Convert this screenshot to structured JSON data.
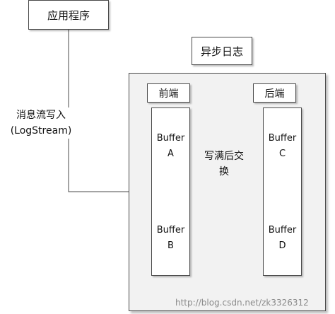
{
  "application": {
    "label": "应用程序"
  },
  "async_log": {
    "label": "异步日志"
  },
  "stream": {
    "label_line1": "消息流写入",
    "label_line2": "(LogStream)"
  },
  "front": {
    "header": "前端",
    "buffers": [
      {
        "line1": "Buffer",
        "line2": "A"
      },
      {
        "line1": "Buffer",
        "line2": "B"
      }
    ]
  },
  "back": {
    "header": "后端",
    "buffers": [
      {
        "line1": "Buffer",
        "line2": "C"
      },
      {
        "line1": "Buffer",
        "line2": "D"
      }
    ]
  },
  "swap": {
    "label_line1": "写满后交",
    "label_line2": "换"
  },
  "watermark": {
    "text": "http://blog.csdn.net/zk3326312"
  },
  "colors": {
    "line": "#4a4a4a",
    "container_fill": "#f2f2f2"
  }
}
